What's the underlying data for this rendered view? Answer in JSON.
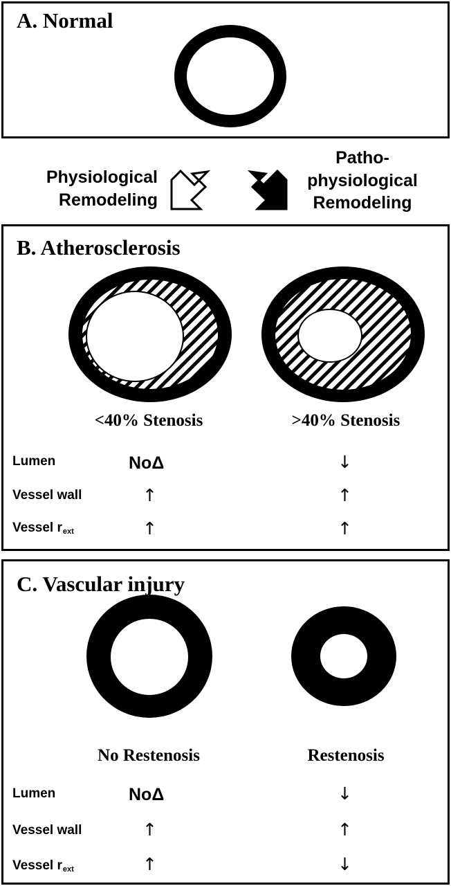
{
  "panel_a": {
    "title": "A. Normal"
  },
  "arrows": {
    "left_line1": "Physiological",
    "left_line2": "Remodeling",
    "right_line1": "Patho-",
    "right_line2": "physiological",
    "right_line3": "Remodeling"
  },
  "panel_b": {
    "title": "B. Atherosclerosis",
    "col1": "<40% Stenosis",
    "col2": ">40% Stenosis",
    "rows": [
      {
        "label": "Lumen",
        "c1": "NoΔ",
        "c2": "↓"
      },
      {
        "label": "Vessel wall",
        "c1": "↑",
        "c2": "↑"
      },
      {
        "label": "Vessel r",
        "sub": "ext",
        "c1": "↑",
        "c2": "↑"
      }
    ]
  },
  "panel_c": {
    "title": "C. Vascular injury",
    "col1": "No Restenosis",
    "col2": "Restenosis",
    "rows": [
      {
        "label": "Lumen",
        "c1": "NoΔ",
        "c2": "↓"
      },
      {
        "label": "Vessel wall",
        "c1": "↑",
        "c2": "↑"
      },
      {
        "label": "Vessel r",
        "sub": "ext",
        "c1": "↑",
        "c2": "↓"
      }
    ]
  }
}
